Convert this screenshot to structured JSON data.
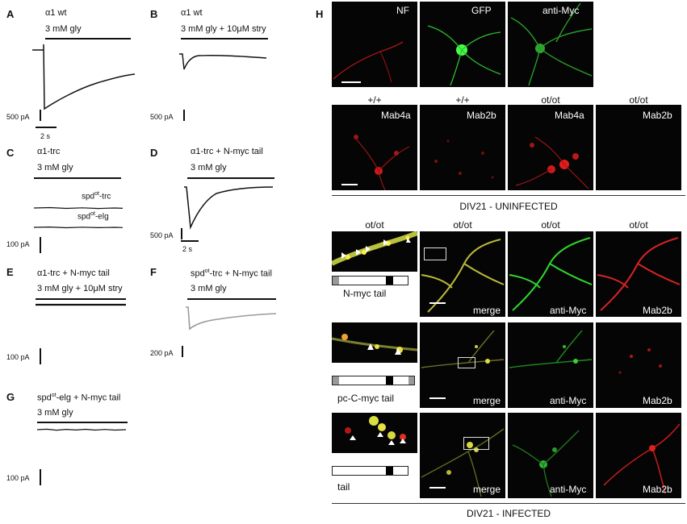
{
  "panel_letters": {
    "a": "A",
    "b": "B",
    "c": "C",
    "d": "D",
    "e": "E",
    "f": "F",
    "g": "G",
    "h": "H"
  },
  "panels": {
    "A": {
      "construct": "α1 wt",
      "drug": "3 mM gly",
      "scale_current": "500 pA",
      "scale_time": "2 s"
    },
    "B": {
      "construct": "α1 wt",
      "drug": "3 mM gly + 10μM stry",
      "scale_current": "500 pA"
    },
    "C": {
      "construct": "α1-trc",
      "drug": "3 mM gly",
      "trace1_pre": "spd",
      "trace1_sup": "ot",
      "trace1_post": "-trc",
      "trace2_pre": "spd",
      "trace2_sup": "ot",
      "trace2_post": "-elg",
      "scale_current": "100 pA"
    },
    "D": {
      "construct": "α1-trc + N-myc tail",
      "drug": "3 mM gly",
      "scale_current": "500 pA",
      "scale_time": "2 s"
    },
    "E": {
      "construct": "α1-trc + N-myc tail",
      "drug": "3 mM gly + 10μM stry",
      "scale_current": "100 pA"
    },
    "F": {
      "construct_pre": "spd",
      "construct_sup": "ot",
      "construct_post": "-trc + N-myc tail",
      "drug": "3 mM gly",
      "scale_current": "200 pA"
    },
    "G": {
      "construct_pre": "spd",
      "construct_sup": "ot",
      "construct_post": "-elg + N-myc tail",
      "drug": "3 mM gly",
      "scale_current": "100 pA"
    }
  },
  "H": {
    "row1": [
      "NF",
      "GFP",
      "anti-Myc"
    ],
    "genotypes_row2": [
      "+/+",
      "+/+",
      "ot/ot",
      "ot/ot"
    ],
    "row2": [
      "Mab4a",
      "Mab2b",
      "Mab4a",
      "Mab2b"
    ],
    "section_uninfected": "DIV21 - UNINFECTED",
    "genotypes_infected": [
      "ot/ot",
      "ot/ot",
      "ot/ot",
      "ot/ot"
    ],
    "infected_rows": [
      {
        "construct": "N-myc tail",
        "labels": [
          "merge",
          "anti-Myc",
          "Mab2b"
        ]
      },
      {
        "construct": "pc-C-myc tail",
        "labels": [
          "merge",
          "anti-Myc",
          "Mab2b"
        ]
      },
      {
        "construct": "tail",
        "labels": [
          "merge",
          "anti-Myc",
          "Mab2b"
        ]
      }
    ],
    "section_infected": "DIV21 - INFECTED"
  },
  "colors": {
    "trace": "#111111",
    "trace_grey": "#9a9a9a",
    "nf": "#ff2a2a",
    "gfp": "#33ff33",
    "merge": "#d8d850"
  }
}
